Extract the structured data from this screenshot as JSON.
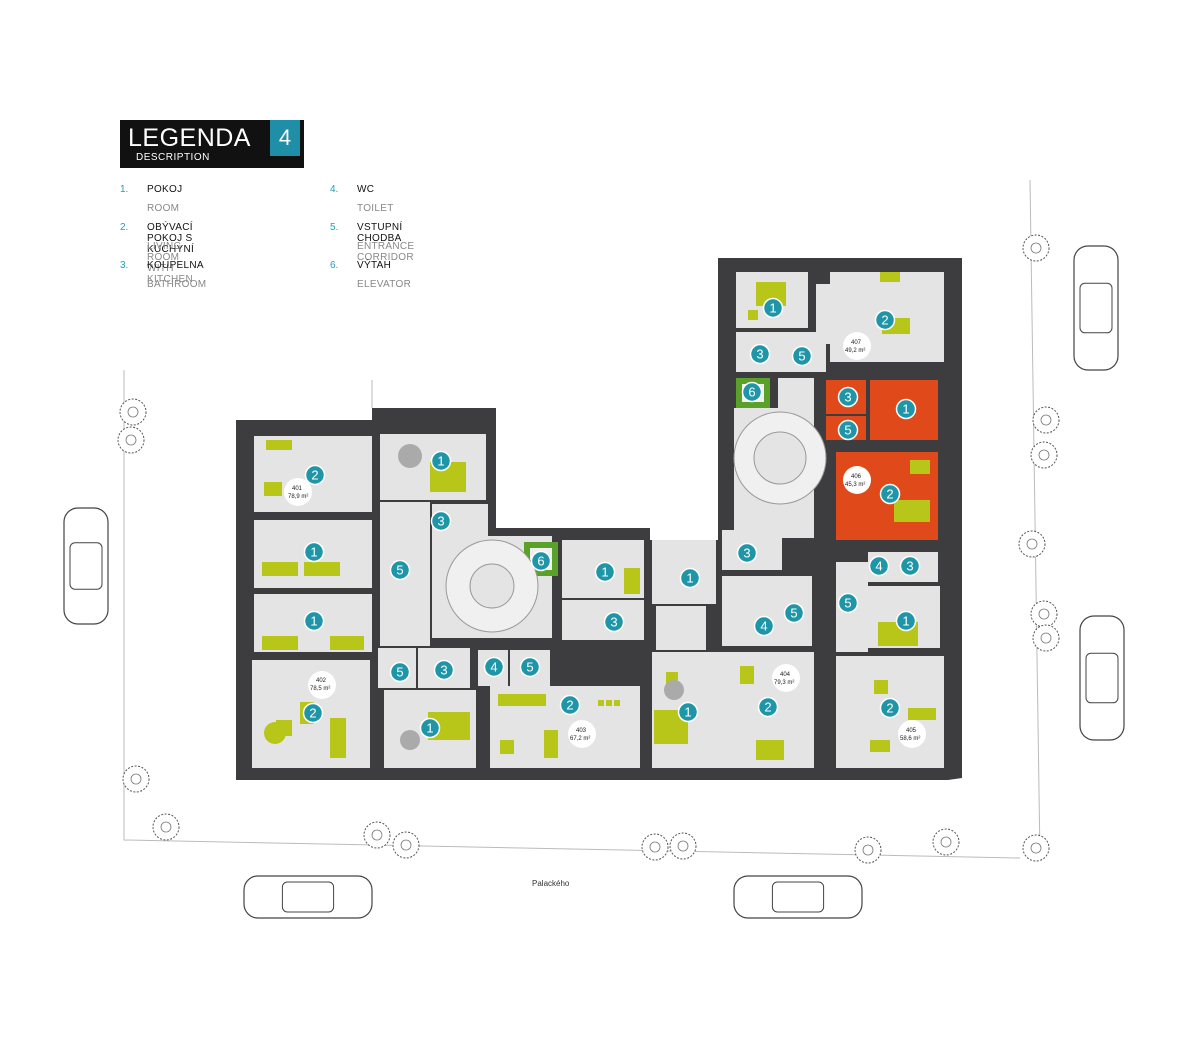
{
  "legend": {
    "title": "LEGENDA",
    "subtitle": "DESCRIPTION",
    "floor": "4",
    "items": [
      {
        "num": "1.",
        "cz": "POKOJ",
        "en": "ROOM"
      },
      {
        "num": "2.",
        "cz": "OBÝVACÍ POKOJ S KUCHYNÍ",
        "en": "LIVING ROOM WITH KITCHEN"
      },
      {
        "num": "3.",
        "cz": "KOUPELNA",
        "en": "BATHROOM"
      },
      {
        "num": "4.",
        "cz": "WC",
        "en": "TOILET"
      },
      {
        "num": "5.",
        "cz": "VSTUPNÍ CHODBA",
        "en": "ENTRANCE CORRIDOR"
      },
      {
        "num": "6.",
        "cz": "VÝTAH",
        "en": "ELEVATOR"
      }
    ]
  },
  "street": "Palackého",
  "apartments": [
    {
      "id": "401",
      "area": "78,9 m²"
    },
    {
      "id": "402",
      "area": "78,5 m²"
    },
    {
      "id": "403",
      "area": "67,2 m²"
    },
    {
      "id": "404",
      "area": "79,3 m²"
    },
    {
      "id": "405",
      "area": "58,6 m²"
    },
    {
      "id": "406",
      "area": "45,3 m²"
    },
    {
      "id": "407",
      "area": "49,2 m²"
    }
  ],
  "badges": [
    "1",
    "2",
    "3",
    "4",
    "5",
    "6"
  ],
  "colors": {
    "wall": "#3d3d3f",
    "floor": "#e4e4e4",
    "badge": "#1f95a8",
    "furniture": "#b8c61a",
    "highlight": "#e04a1a",
    "elevator": "#5aa12a"
  }
}
